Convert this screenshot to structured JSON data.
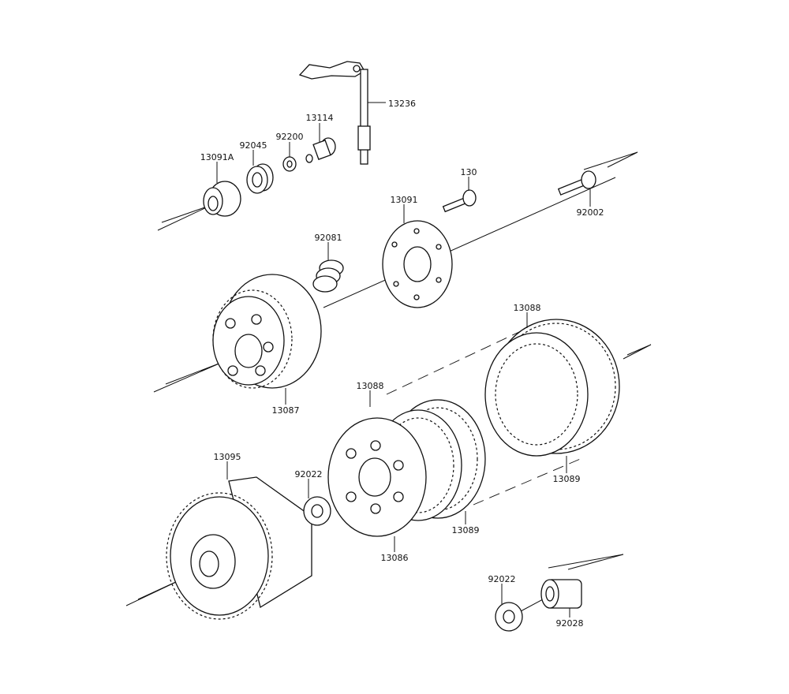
{
  "title": "Clutch parts diagram",
  "parts": {
    "p13236": "13236",
    "p13114": "13114",
    "p92200": "92200",
    "p92045": "92045",
    "p13091A": "13091A",
    "p130": "130",
    "p13091": "13091",
    "p92002": "92002",
    "p92081": "92081",
    "p13088a": "13088",
    "p13088b": "13088",
    "p13087": "13087",
    "p13095": "13095",
    "p92022a": "92022",
    "p13086": "13086",
    "p13089a": "13089",
    "p13089b": "13089",
    "p92022b": "92022",
    "p92028": "92028"
  },
  "colors": {
    "line": "#111111",
    "background": "#ffffff"
  }
}
